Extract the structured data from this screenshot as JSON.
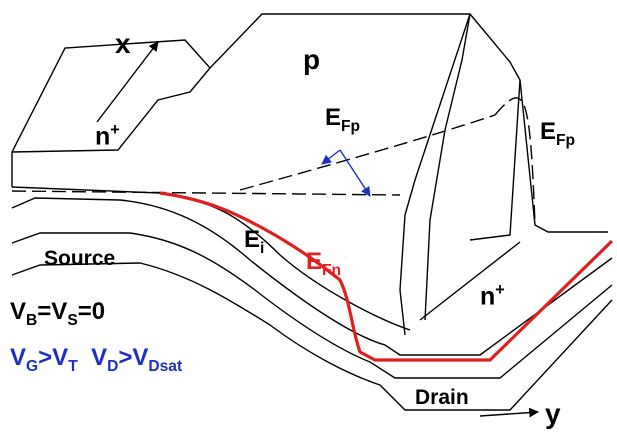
{
  "axes": {
    "x": "x",
    "y": "y"
  },
  "regions": {
    "p": "p",
    "n_left": {
      "base": "n",
      "sup": "+"
    },
    "n_right": {
      "base": "n",
      "sup": "+"
    },
    "source": "Source",
    "drain": "Drain"
  },
  "levels": {
    "efp_mid": {
      "base": "E",
      "sub": "Fp"
    },
    "efp_right": {
      "base": "E",
      "sub": "Fp"
    },
    "ei": {
      "base": "E",
      "sub": "i"
    },
    "efn": {
      "base": "E",
      "sub": "Fn"
    }
  },
  "conditions": {
    "bias": {
      "v1": "V",
      "s1": "B",
      "eq1": "=V",
      "s2": "S",
      "eq2": "=0"
    },
    "gate": {
      "v1": "V",
      "s1": "G",
      "gt1": ">V",
      "s2": "T",
      "v3": "V",
      "s3": "D",
      "gt2": ">V",
      "s4": "Dsat"
    }
  },
  "colors": {
    "line": "#000000",
    "efn": "#e02020",
    "arrow": "#1f2fc0",
    "condition": "#1f2fc0"
  }
}
